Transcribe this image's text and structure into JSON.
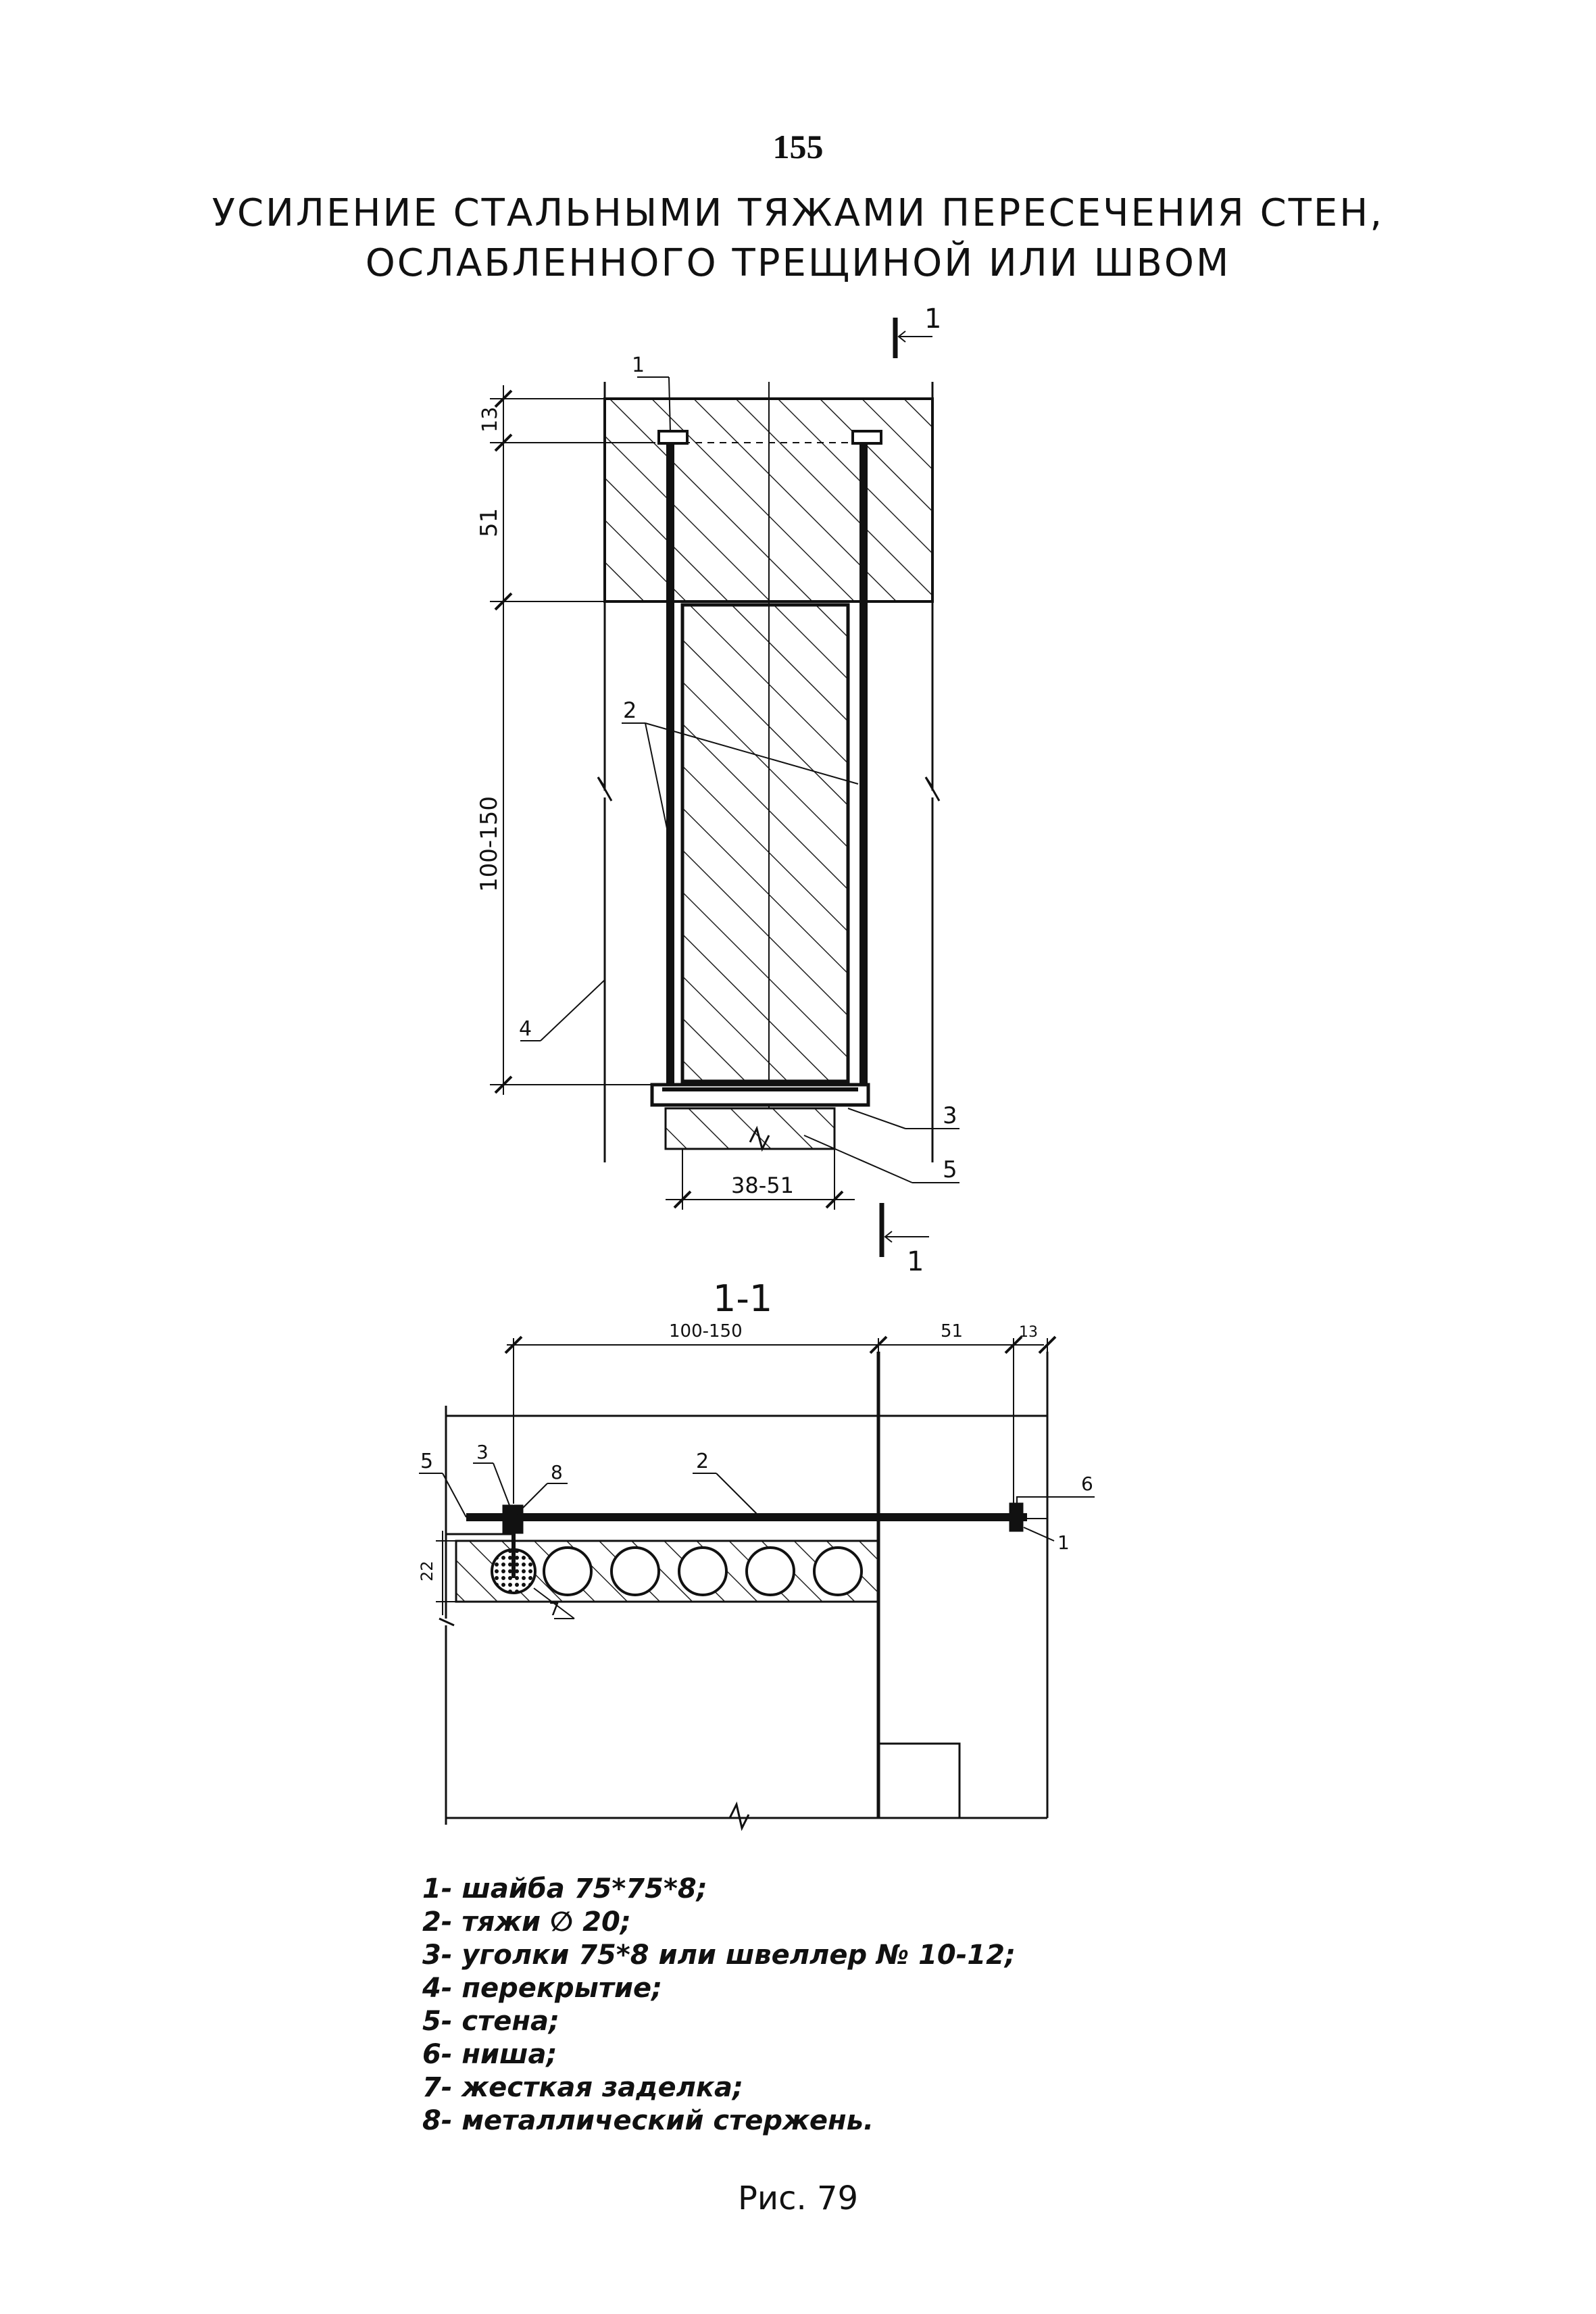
{
  "page_number": "155",
  "title_line1": "УСИЛЕНИЕ СТАЛЬНЫМИ ТЯЖАМИ ПЕРЕСЕЧЕНИЯ СТЕН,",
  "title_line2": "ОСЛАБЛЕННОГО ТРЕЩИНОЙ ИЛИ ШВОМ",
  "plan": {
    "section_mark": "1",
    "dim_top": "13",
    "dim_upper": "51",
    "dim_span": "100-150",
    "dim_width": "38-51",
    "callout_1": "1",
    "callout_2": "2",
    "callout_3": "3",
    "callout_4": "4",
    "callout_5": "5"
  },
  "section": {
    "title": "1-1",
    "dim_span": "100-150",
    "dim_mid": "51",
    "dim_end": "13",
    "dim_slab": "22",
    "callout_1": "1",
    "callout_2": "2",
    "callout_3": "3",
    "callout_5": "5",
    "callout_6": "6",
    "callout_7": "7",
    "callout_8": "8"
  },
  "legend": [
    "1- шайба 75*75*8;",
    "2- тяжи ∅ 20;",
    "3- уголки 75*8 или швеллер № 10-12;",
    "4- перекрытие;",
    "5- стена;",
    "6- ниша;",
    "7- жесткая заделка;",
    "8- металлический стержень."
  ],
  "caption": "Рис. 79"
}
